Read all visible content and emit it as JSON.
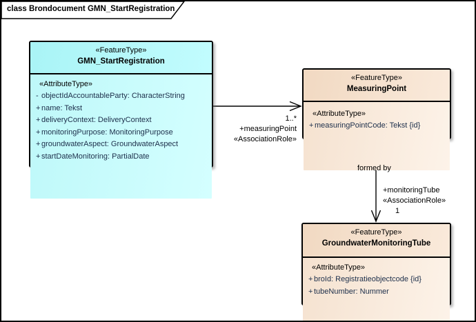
{
  "diagram": {
    "title": "class Brondocument GMN_StartRegistration"
  },
  "classes": [
    {
      "stereotype": "«FeatureType»",
      "name": "GMN_StartRegistration",
      "attr_header": "«AttributeType»",
      "attributes": [
        {
          "vis": "-",
          "text": "objectIdAccountableParty: CharacterString"
        },
        {
          "vis": "+",
          "text": "name: Tekst"
        },
        {
          "vis": "+",
          "text": "deliveryContext: DeliveryContext"
        },
        {
          "vis": "+",
          "text": "monitoringPurpose: MonitoringPurpose"
        },
        {
          "vis": "+",
          "text": "groundwaterAspect: GroundwaterAspect"
        },
        {
          "vis": "+",
          "text": "startDateMonitoring: PartialDate"
        }
      ]
    },
    {
      "stereotype": "«FeatureType»",
      "name": "MeasuringPoint",
      "attr_header": "«AttributeType»",
      "attributes": [
        {
          "vis": "+",
          "text": "measuringPointCode: Tekst {id}"
        }
      ]
    },
    {
      "stereotype": "«FeatureType»",
      "name": "GroundwaterMonitoringTube",
      "attr_header": "«AttributeType»",
      "attributes": [
        {
          "vis": "+",
          "text": "broId: Registratieobjectcode {id}"
        },
        {
          "vis": "+",
          "text": "tubeNumber: Nummer"
        }
      ]
    }
  ],
  "associations": [
    {
      "multiplicity": "1..*",
      "role": "+measuringPoint",
      "stereotype": "«AssociationRole»"
    },
    {
      "name": "formed by",
      "role": "+monitoringTube",
      "stereotype": "«AssociationRole»",
      "multiplicity": "1"
    }
  ],
  "colors": {
    "feature_type_primary_fill": "#bdfbfc",
    "feature_type_secondary_fill": "#f7e7d7",
    "box_border": "#000000",
    "attribute_text": "#1c2e4a",
    "background": "#ffffff"
  }
}
